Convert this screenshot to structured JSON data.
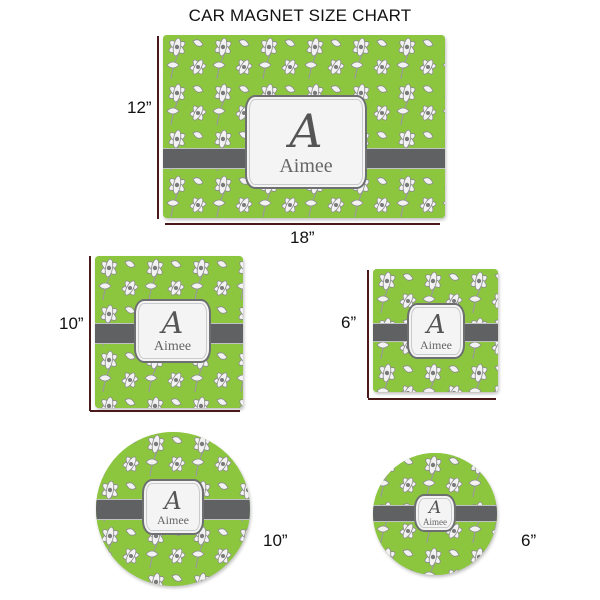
{
  "title": "CAR MAGNET SIZE CHART",
  "colors": {
    "background_green": "#8cc63f",
    "band_gray": "#5f6163",
    "plaque_fill": "#f4f4f4",
    "dimension_line": "#4a1a1a"
  },
  "personalization": {
    "monogram": "A",
    "name": "Aimee"
  },
  "magnets": [
    {
      "shape": "rectangle",
      "width_label": "18”",
      "height_label": "12”"
    },
    {
      "shape": "square",
      "height_label": "10”"
    },
    {
      "shape": "square",
      "height_label": "6”"
    },
    {
      "shape": "circle",
      "size_label": "10”"
    },
    {
      "shape": "circle",
      "size_label": "6”"
    }
  ]
}
